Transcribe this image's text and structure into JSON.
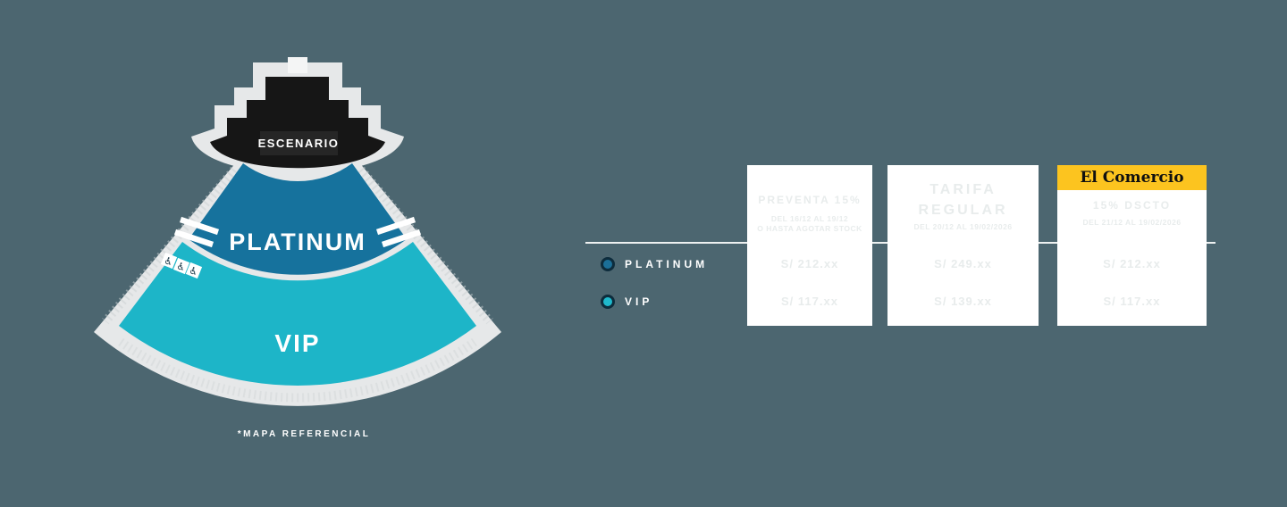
{
  "background_color": "#4c6670",
  "map": {
    "stage_label": "ESCENARIO",
    "platinum_label": "PLATINUM",
    "vip_label": "VIP",
    "footnote": "*MAPA REFERENCIAL",
    "wheelchair_icon_char": "♿",
    "colors": {
      "platinum_section": "#16729d",
      "vip_section": "#1db5c8",
      "stage": "#161616",
      "outline": "#e6e8e9"
    }
  },
  "legend": {
    "items": [
      {
        "label": "PLATINUM",
        "color": "#1b6f98"
      },
      {
        "label": "VIP",
        "color": "#1fb9cc"
      }
    ]
  },
  "pricing": {
    "cards": [
      {
        "type": "preventa",
        "title": "PREVENTA 15%",
        "subtitle_line1": "DEL 16/12 AL 19/12",
        "subtitle_line2": "O HASTA AGOTAR STOCK",
        "prices": [
          {
            "zone": "PLATINUM",
            "value": "S/ 212.xx"
          },
          {
            "zone": "VIP",
            "value": "S/ 117.xx"
          }
        ]
      },
      {
        "type": "regular",
        "title_line1": "TARIFA",
        "title_line2": "REGULAR",
        "subtitle_line1": "DEL 20/12 AL 19/02/2026",
        "prices": [
          {
            "zone": "PLATINUM",
            "value": "S/ 249.xx"
          },
          {
            "zone": "VIP",
            "value": "S/ 139.xx"
          }
        ]
      },
      {
        "type": "el_comercio",
        "brand": "El Comercio",
        "brand_bg": "#fcc41f",
        "promo": "15% DSCTO",
        "subtitle_line1": "DEL 21/12 AL 19/02/2026",
        "prices": [
          {
            "zone": "PLATINUM",
            "value": "S/ 212.xx"
          },
          {
            "zone": "VIP",
            "value": "S/ 117.xx"
          }
        ]
      }
    ]
  }
}
